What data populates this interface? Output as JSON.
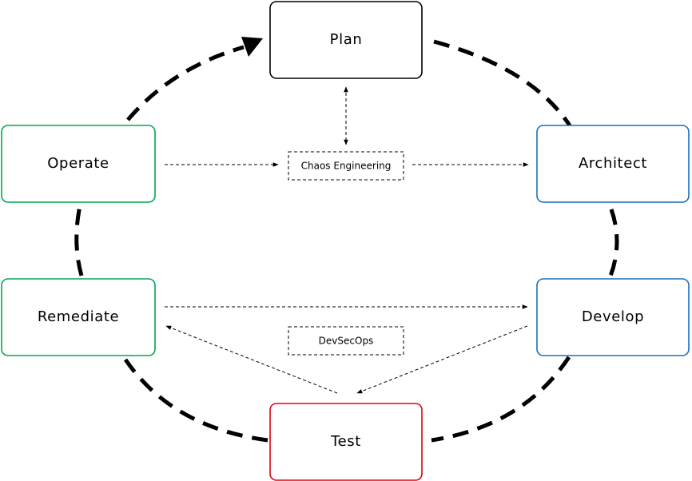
{
  "nodes": {
    "plan": {
      "label": "Plan",
      "color": "#000000"
    },
    "architect": {
      "label": "Architect",
      "color": "#1a6fba"
    },
    "develop": {
      "label": "Develop",
      "color": "#1a6fba"
    },
    "test": {
      "label": "Test",
      "color": "#e3000f"
    },
    "remediate": {
      "label": "Remediate",
      "color": "#00a650"
    },
    "operate": {
      "label": "Operate",
      "color": "#00a650"
    }
  },
  "tags": {
    "chaos": {
      "label": "Chaos Engineering"
    },
    "devsecops": {
      "label": "DevSecOps"
    }
  }
}
